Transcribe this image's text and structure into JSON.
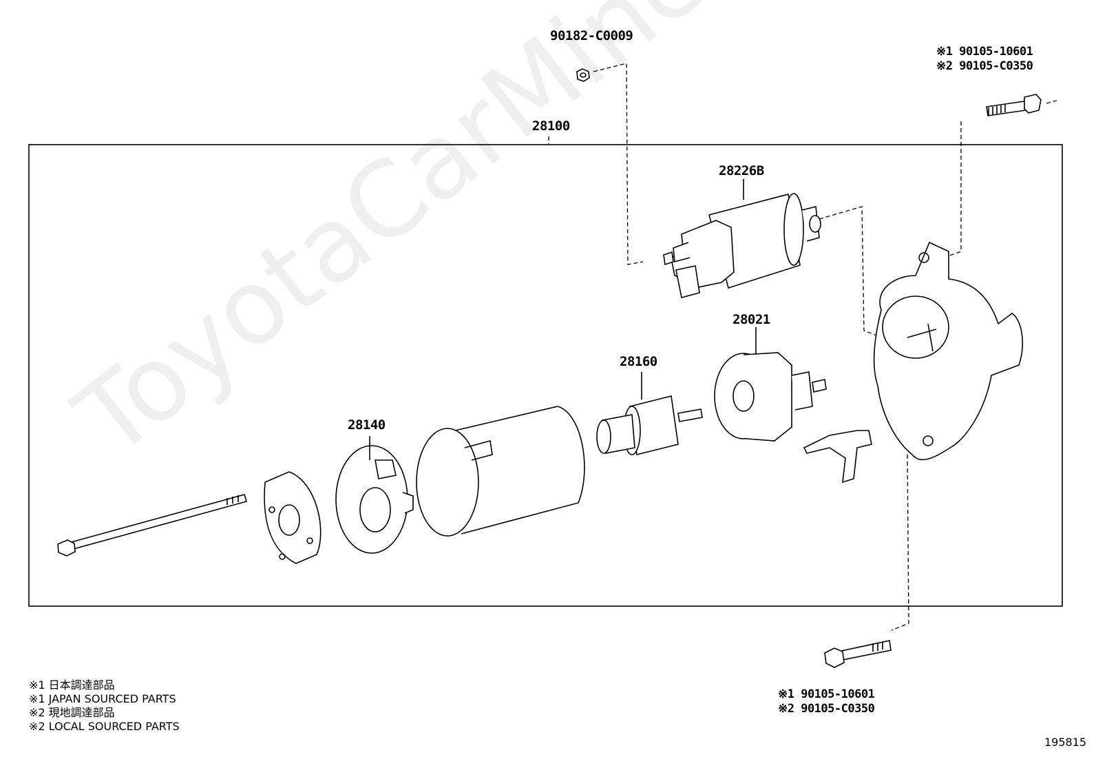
{
  "watermark": "ToyotaCarMine.ru",
  "assembly_label": "28100",
  "parts": {
    "nut_top": "90182-C0009",
    "solenoid": "28226B",
    "holder": "28021",
    "armature": "28160",
    "brush_holder": "28140"
  },
  "bolt_top": {
    "line1": "※1 90105-10601",
    "line2": "※2 90105-C0350"
  },
  "bolt_bottom": {
    "line1": "※1 90105-10601",
    "line2": "※2 90105-C0350"
  },
  "legend": [
    "※1  日本調達部品",
    "※1  JAPAN SOURCED PARTS",
    "※2  現地調達部品",
    "※2  LOCAL SOURCED PARTS"
  ],
  "figure_id": "195815"
}
